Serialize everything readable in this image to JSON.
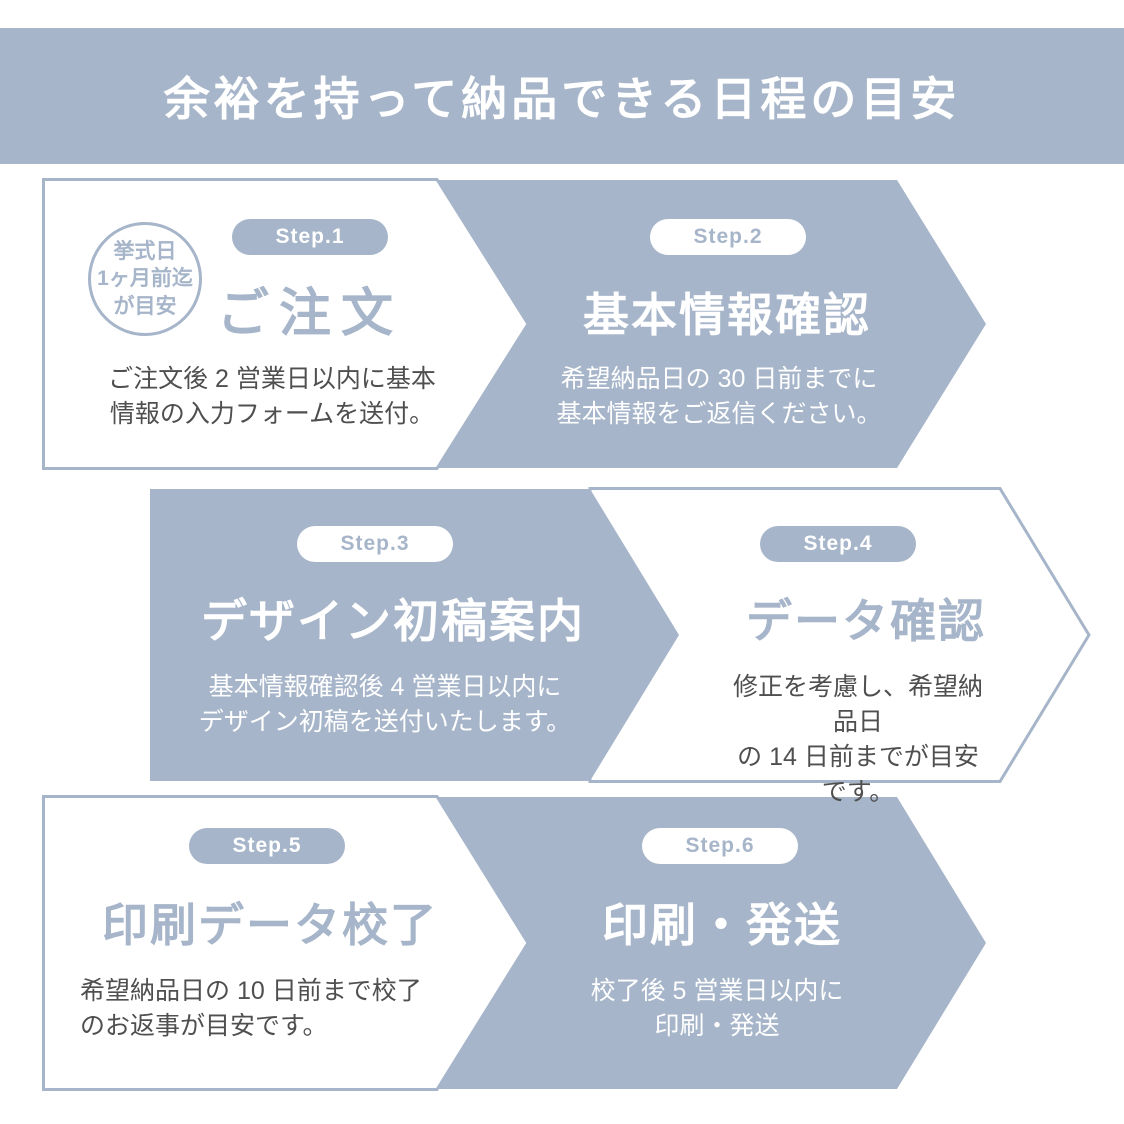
{
  "header": {
    "title": "余裕を持って納品できる日程の目安"
  },
  "colors": {
    "accent": "#a6b5c9",
    "text_dark": "#4f4f4f",
    "white": "#ffffff"
  },
  "badge": {
    "text": "挙式日\n1ヶ月前迄\nが目安"
  },
  "steps": [
    {
      "label": "Step.1",
      "title": "ご注文",
      "desc": "ご注文後 2 営業日以内に基本\n情報の入力フォームを送付。",
      "style": "white-arrow"
    },
    {
      "label": "Step.2",
      "title": "基本情報確認",
      "desc": "希望納品日の 30 日前までに\n基本情報をご返信ください。",
      "style": "blue-arrow"
    },
    {
      "label": "Step.3",
      "title": "デザイン初稿案内",
      "desc": "基本情報確認後 4 営業日以内に\nデザイン初稿を送付いたします。",
      "style": "blue-arrow"
    },
    {
      "label": "Step.4",
      "title": "データ確認",
      "desc": "修正を考慮し、希望納品日\nの 14 日前までが目安です。",
      "style": "white-arrow"
    },
    {
      "label": "Step.5",
      "title": "印刷データ校了",
      "desc": "希望納品日の 10 日前まで校了\nのお返事が目安です。",
      "style": "white-arrow"
    },
    {
      "label": "Step.6",
      "title": "印刷・発送",
      "desc": "校了後 5 営業日以内に\n印刷・発送",
      "style": "blue-arrow"
    }
  ]
}
